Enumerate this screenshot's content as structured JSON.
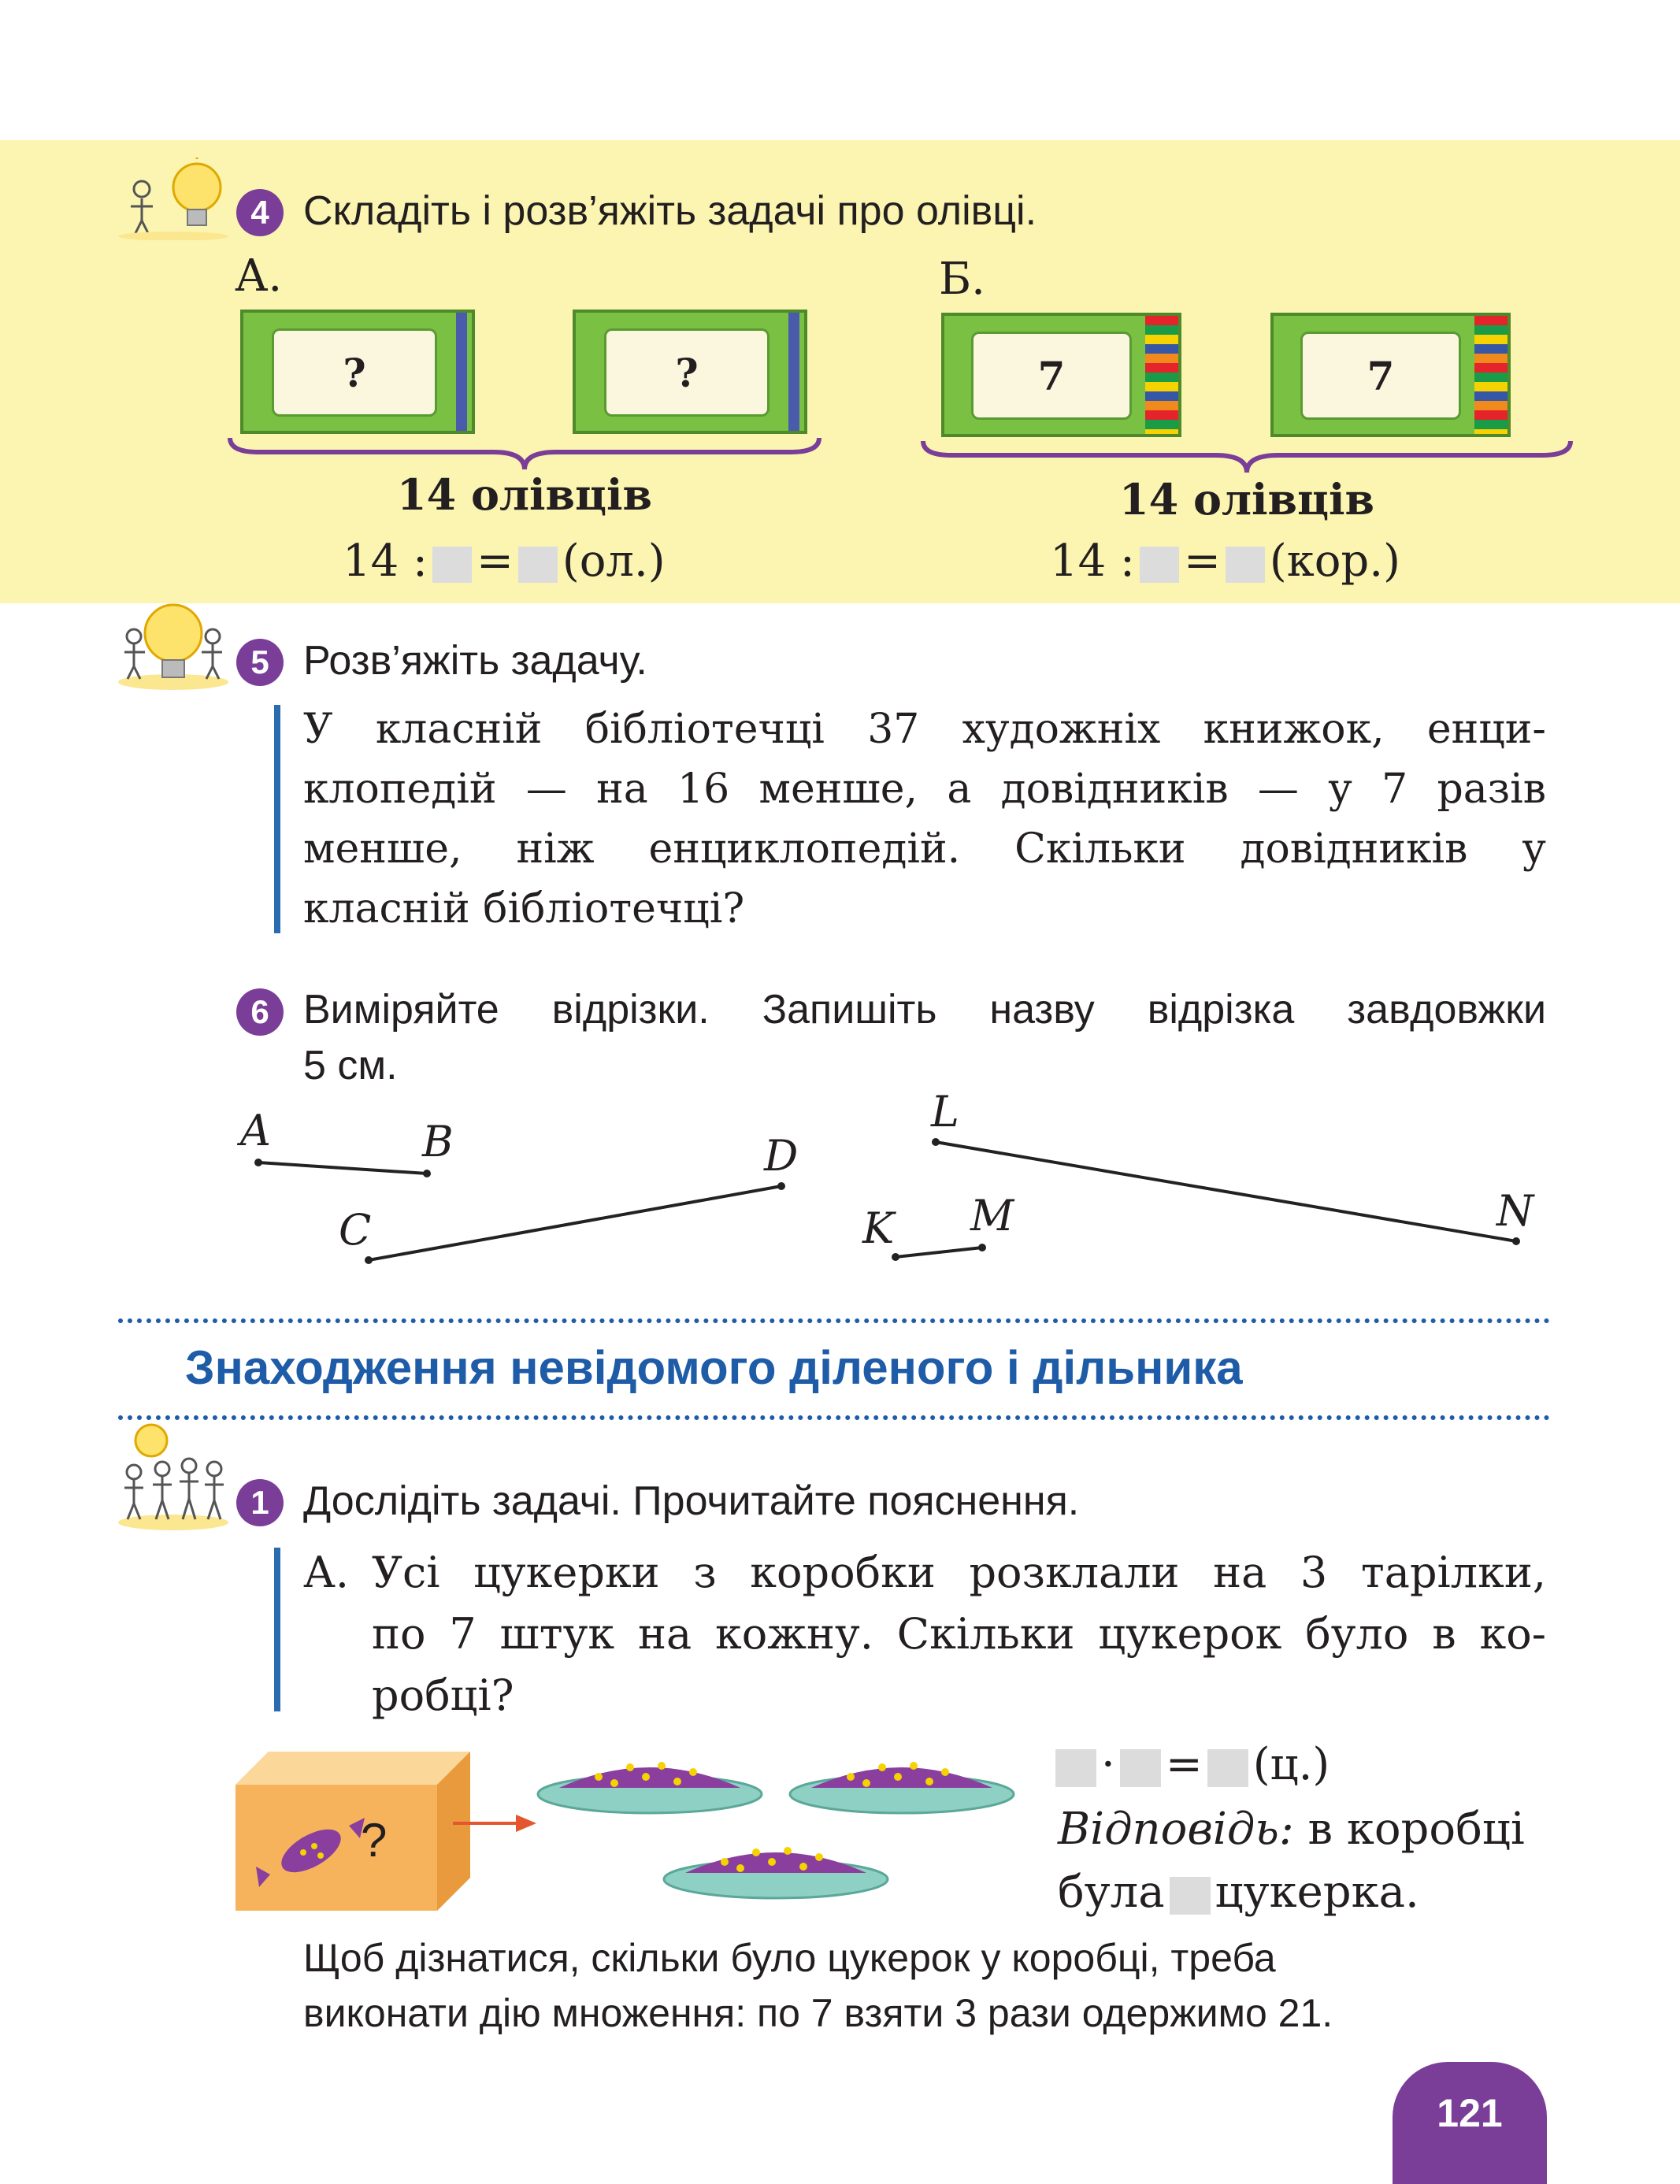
{
  "task4": {
    "number": "4",
    "instruction": "Складіть і розв’яжіть задачі про олівці.",
    "A": {
      "label": "А.",
      "box1": "?",
      "box2": "?",
      "total": "14 олівців",
      "expr_left": "14 :",
      "expr_eq": "=",
      "expr_unit": "(ол.)"
    },
    "B": {
      "label": "Б.",
      "box1": "7",
      "box2": "7",
      "total": "14 олівців",
      "expr_left": "14 :",
      "expr_eq": "=",
      "expr_unit": "(кор.)"
    }
  },
  "task5": {
    "number": "5",
    "instruction": "Розв’яжіть задачу.",
    "line1": "У класній бібліотечці 37 художніх книжок, енци-",
    "line2": "клопедій — на 16 менше, а довідників — у 7 разів",
    "line3": "менше, ніж енциклопедій. Скільки довідників у",
    "line4": "класній бібліотечці?"
  },
  "task6": {
    "number": "6",
    "instruction_line1": "Виміряйте відрізки. Запишіть назву відрізка завдовжки",
    "instruction_line2": "5 см.",
    "points": {
      "A": "A",
      "B": "B",
      "C": "C",
      "D": "D",
      "K": "K",
      "M": "M",
      "L": "L",
      "N": "N"
    }
  },
  "section": {
    "title": "Знаходження невідомого діленого і дільника"
  },
  "task1": {
    "number": "1",
    "instruction": "Дослідіть задачі. Прочитайте пояснення.",
    "a_label": "А.",
    "a_line1": "Усі цукерки з коробки розклали на 3 тарілки,",
    "a_line2": "по 7 штук на кожну. Скільки цукерок було в ко-",
    "a_line3": "робці?",
    "box_mark": "?",
    "formula_dot": "·",
    "formula_eq": "=",
    "formula_unit": "(ц.)",
    "answer_label": "Відповідь:",
    "answer_text1": "в коробці",
    "answer_text2a": "була",
    "answer_text2b": "цукерка.",
    "explain_line1": "Щоб дізнатися, скільки було цукерок у коробці, треба",
    "explain_line2": "виконати дію множення: по 7 взяти 3 рази одержимо 21."
  },
  "page_number": "121"
}
